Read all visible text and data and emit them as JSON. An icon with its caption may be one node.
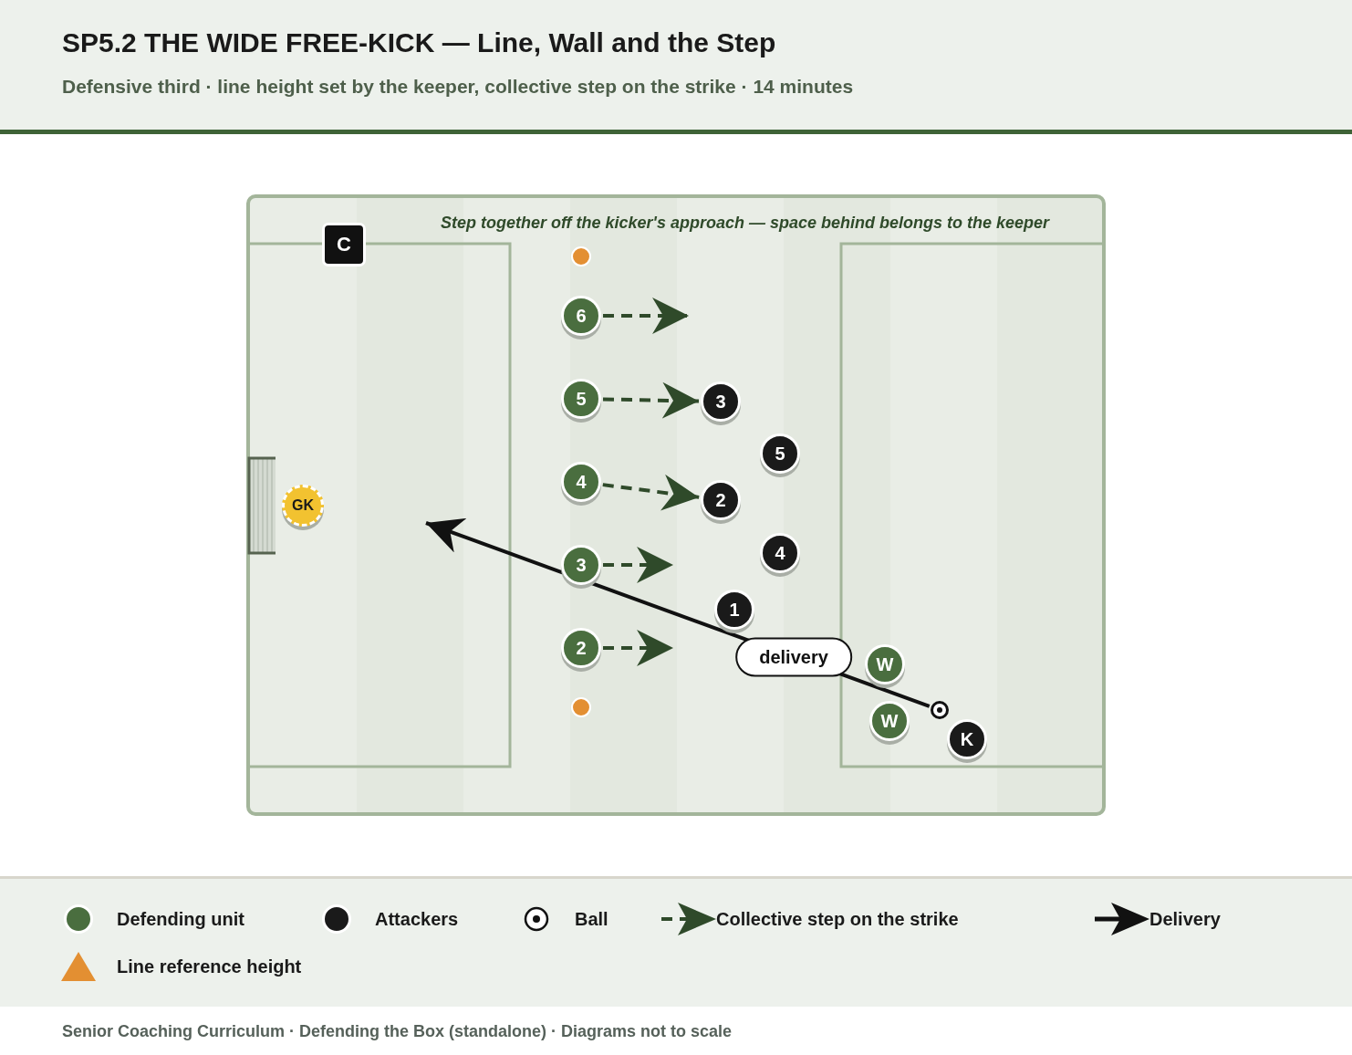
{
  "diagram": {
    "title": "SP5.2 THE WIDE FREE-KICK — Line, Wall and the Step",
    "caption": "Senior Coaching Curriculum · Defending the Box (standalone) · Diagrams not to scale",
    "nodes": [
      {
        "text": [
          "C"
        ]
      },
      {
        "text": [],
        "shape": "circle"
      },
      {
        "text": [
          "6"
        ]
      },
      {
        "text": [
          "5"
        ]
      },
      {
        "text": [
          "3"
        ]
      },
      {
        "text": [
          "5"
        ]
      },
      {
        "text": [
          "4"
        ]
      },
      {
        "text": [
          "2"
        ]
      },
      {
        "text": [
          "GK"
        ]
      },
      {
        "text": [
          "4"
        ]
      },
      {
        "text": [
          "3"
        ]
      },
      {
        "text": [
          "1"
        ]
      },
      {
        "text": [
          "2"
        ]
      },
      {
        "text": [
          "W"
        ]
      },
      {
        "text": [
          "W"
        ]
      },
      {
        "text": [],
        "shape": "circle"
      },
      {
        "text": [],
        "shape": "circle"
      },
      {
        "text": [
          "K"
        ]
      }
    ],
    "edges": [
      {
        "from": 2,
        "to": null,
        "arrow": "to",
        "style": "dashed"
      },
      {
        "from": 3,
        "to": 4,
        "arrow": "to",
        "style": "dashed"
      },
      {
        "from": 6,
        "to": 7,
        "arrow": "to",
        "style": "dashed"
      },
      {
        "from": 10,
        "to": null,
        "arrow": "to",
        "style": "dashed"
      },
      {
        "from": 12,
        "to": null,
        "arrow": "to",
        "style": "dashed"
      },
      {
        "from": 16,
        "to": null,
        "arrow": "to",
        "label": "delivery",
        "color": "#111111"
      }
    ],
    "labels": [
      "Defensive third · line height set by the keeper, collective step on the strike · 14 minutes",
      "Step together off the kicker's approach — space behind belongs to the keeper"
    ],
    "legend": [
      {
        "text": "Defending unit",
        "color": "#4a6e3f"
      },
      {
        "text": "Attackers",
        "color": "#1a1a1a"
      },
      {
        "text": "Ball"
      },
      {
        "text": "Collective step on the strike"
      },
      {
        "text": "Delivery"
      },
      {
        "text": "Line reference height",
        "color": "#e38f32"
      }
    ]
  }
}
